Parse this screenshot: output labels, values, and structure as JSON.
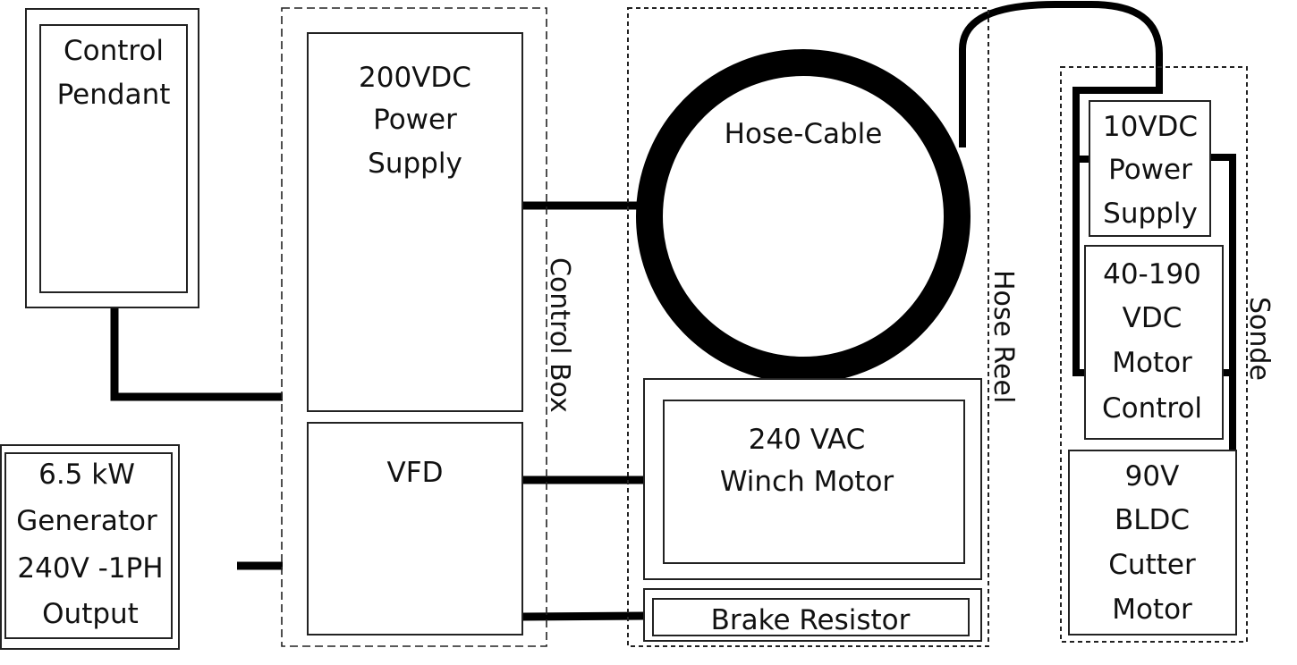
{
  "diagram": {
    "type": "block-diagram",
    "groups": {
      "control_box": "Control Box",
      "hose_reel": "Hose Reel",
      "sonde": "Sonde"
    },
    "blocks": {
      "control_pendant": [
        "Control",
        "Pendant"
      ],
      "generator": [
        "6.5 kW",
        "Generator",
        "240V -1PH",
        "Output"
      ],
      "power_supply_200": [
        "200VDC",
        "Power",
        "Supply"
      ],
      "vfd": [
        "VFD"
      ],
      "hose_cable": [
        "Hose-Cable"
      ],
      "winch_motor": [
        "240 VAC",
        "Winch Motor"
      ],
      "brake_resistor": [
        "Brake Resistor"
      ],
      "power_supply_10": [
        "10VDC",
        "Power",
        "Supply"
      ],
      "motor_control": [
        "40-190",
        "VDC",
        "Motor",
        "Control"
      ],
      "cutter_motor": [
        "90V",
        "BLDC",
        "Cutter",
        "Motor"
      ]
    },
    "connections": [
      {
        "from": "Control Pendant",
        "to": "Control Box"
      },
      {
        "from": "6.5 kW Generator",
        "to": "Control Box"
      },
      {
        "from": "200VDC Power Supply",
        "to": "Hose-Cable"
      },
      {
        "from": "VFD",
        "to": "240 VAC Winch Motor"
      },
      {
        "from": "VFD",
        "to": "Brake Resistor"
      },
      {
        "from": "Hose-Cable",
        "to": "10VDC Power Supply"
      },
      {
        "from": "Hose-Cable",
        "to": "40-190 VDC Motor Control"
      },
      {
        "from": "10VDC Power Supply",
        "to": "90V BLDC Cutter Motor"
      },
      {
        "from": "40-190 VDC Motor Control",
        "to": "90V BLDC Cutter Motor"
      }
    ]
  }
}
